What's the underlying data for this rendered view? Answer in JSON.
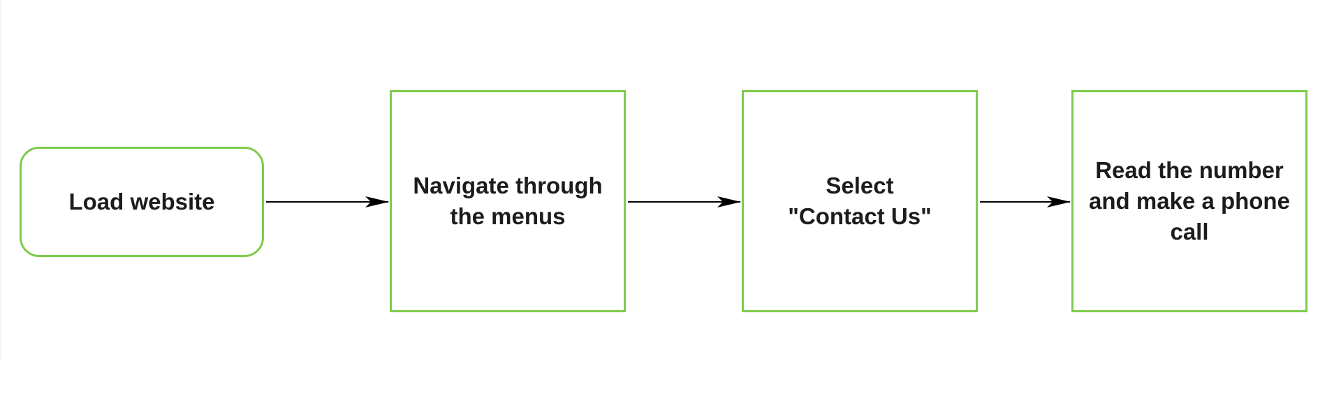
{
  "diagram": {
    "type": "flowchart",
    "direction": "left-to-right",
    "colors": {
      "node_border": "#7dcc4a",
      "node_text": "#1c1c1c",
      "arrow": "#000000",
      "background": "#ffffff"
    },
    "nodes": [
      {
        "id": "node-1",
        "shape": "rounded-rectangle",
        "label": "Load website"
      },
      {
        "id": "node-2",
        "shape": "rectangle",
        "label": "Navigate through\nthe menus"
      },
      {
        "id": "node-3",
        "shape": "rectangle",
        "label": "Select\n\"Contact Us\""
      },
      {
        "id": "node-4",
        "shape": "rectangle",
        "label": "Read the number\nand make a phone\ncall"
      }
    ],
    "edges": [
      {
        "from": "node-1",
        "to": "node-2",
        "label": ""
      },
      {
        "from": "node-2",
        "to": "node-3",
        "label": ""
      },
      {
        "from": "node-3",
        "to": "node-4",
        "label": ""
      }
    ]
  }
}
